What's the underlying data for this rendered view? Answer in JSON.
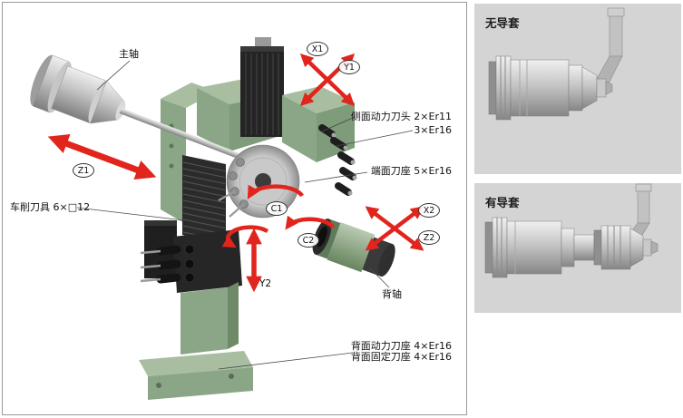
{
  "diagram": {
    "labels": {
      "spindle": "主轴",
      "turning_tools": "车削刀具 6×□12",
      "side_power_head": "侧面动力刀头 2×Er11",
      "side_power_head_2": "3×Er16",
      "face_tool_holder": "端面刀座 5×Er16",
      "back_spindle": "背轴",
      "back_power_holder": "背面动力刀座 4×Er16",
      "back_fixed_holder": "背面固定刀座 4×Er16"
    },
    "axes": {
      "z1": "Z1",
      "x1": "X1",
      "y1": "Y1",
      "c1": "C1",
      "c2": "C2",
      "x2": "X2",
      "z2": "Z2",
      "y2": "Y2"
    }
  },
  "side_panels": {
    "without_guide_bushing": {
      "title": "无导套"
    },
    "with_guide_bushing": {
      "title": "有导套"
    }
  },
  "colors": {
    "accent_red": "#e2251c",
    "machine_green": "#8aa687",
    "panel_bg": "#d4d4d4"
  }
}
